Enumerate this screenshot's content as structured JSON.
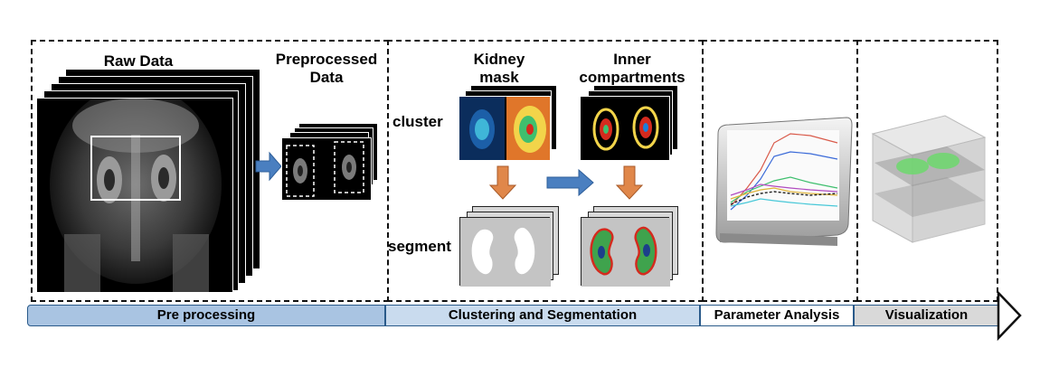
{
  "stages": {
    "preprocessing": {
      "raw_label": "Raw Data",
      "preprocessed_label_line1": "Preprocessed",
      "preprocessed_label_line2": "Data"
    },
    "clustering": {
      "kidney_mask_line1": "Kidney",
      "kidney_mask_line2": "mask",
      "inner_line1": "Inner",
      "inner_line2": "compartments",
      "row_cluster": "cluster",
      "row_segment": "segment"
    }
  },
  "timeline": {
    "segments": [
      {
        "label": "Pre processing"
      },
      {
        "label": "Clustering and Segmentation"
      },
      {
        "label": "Parameter Analysis"
      },
      {
        "label": "Visualization"
      }
    ]
  },
  "colors": {
    "arrow_blue": "#4a7fc0",
    "arrow_orange": "#e0874a",
    "bar_blue": "#a9c4e2",
    "bar_light": "#c9dbee",
    "bar_gray": "#d9d9d9",
    "mask_green": "#3fa34d",
    "mask_red": "#d42a1e"
  }
}
